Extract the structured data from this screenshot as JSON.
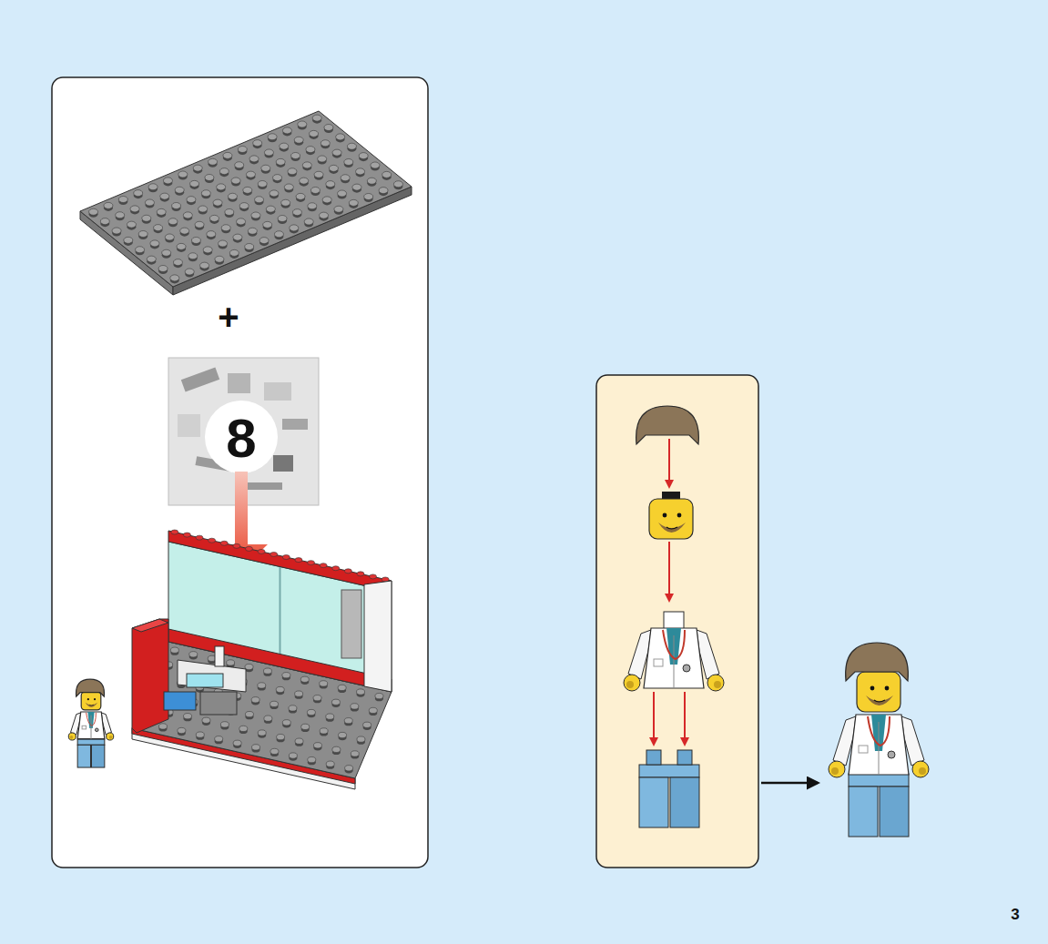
{
  "diagram": {
    "labels": [
      "+",
      "8",
      "3"
    ]
  }
}
